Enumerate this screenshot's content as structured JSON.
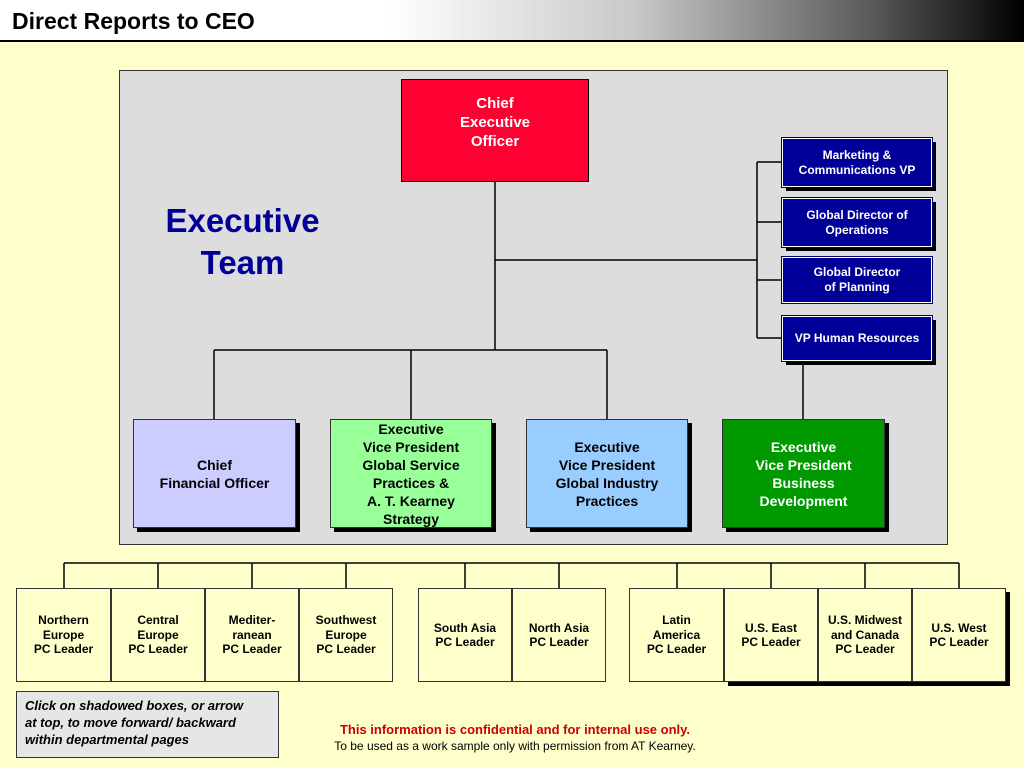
{
  "title": "Direct Reports to CEO",
  "panel_label": "Executive\nTeam",
  "ceo": "Chief\nExecutive\nOfficer",
  "staff": [
    "Marketing &\nCommunications VP",
    "Global Director of\nOperations",
    "Global Director\nof Planning",
    "VP Human Resources"
  ],
  "direct_reports": [
    "Chief\nFinancial Officer",
    "Executive\nVice President\nGlobal Service\nPractices &\nA. T. Kearney\nStrategy",
    "Executive\nVice President\nGlobal Industry\nPractices",
    "Executive\nVice President\nBusiness\nDevelopment"
  ],
  "leaders": [
    "Northern\nEurope\nPC Leader",
    "Central\nEurope\nPC  Leader",
    "Mediter-\nranean\nPC  Leader",
    "Southwest\nEurope\nPC  Leader",
    "South Asia\nPC  Leader",
    "North Asia\nPC  Leader",
    "Latin\nAmerica\nPC  Leader",
    "U.S. East\nPC  Leader",
    "U.S. Midwest\nand Canada\nPC  Leader",
    "U.S. West\nPC  Leader"
  ],
  "navigation_note": "Click on shadowed boxes, or arrow\nat top, to move forward/ backward\nwithin departmental pages",
  "confidential_notice": "This information is confidential and for internal use only.",
  "permission_notice": "To be used as a work sample only with permission from AT Kearney.",
  "colors": {
    "background": "#ffffcc",
    "ceo": "#ff0033",
    "staff": "#000099",
    "cfo": "#ccccff",
    "evp_service": "#99ff99",
    "evp_industry": "#99ccff",
    "evp_business": "#009900",
    "panel": "#dddddd"
  }
}
